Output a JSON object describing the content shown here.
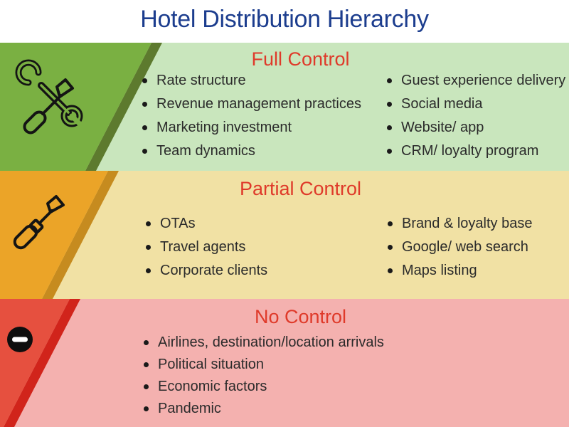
{
  "header": {
    "title": "Hotel Distribution Hierarchy"
  },
  "sections": [
    {
      "heading": "Full Control",
      "icon": "crossed-wrench-screwdriver",
      "left_items": [
        "Rate structure",
        "Revenue management practices",
        "Marketing investment",
        "Team dynamics"
      ],
      "right_items": [
        "Guest experience delivery",
        "Social media",
        "Website/ app",
        "CRM/ loyalty program"
      ],
      "ribbon_color": "#7ab042",
      "ribbon_edge_color": "#5d7a2e",
      "background_color": "#c9e6bd"
    },
    {
      "heading": "Partial Control",
      "icon": "screwdriver",
      "left_items": [
        "OTAs",
        "Travel agents",
        "Corporate clients"
      ],
      "right_items": [
        "Brand & loyalty base",
        "Google/ web search",
        "Maps listing"
      ],
      "ribbon_color": "#eba428",
      "ribbon_edge_color": "#c68b1f",
      "background_color": "#f1e1a4"
    },
    {
      "heading": "No Control",
      "icon": "minus-circle",
      "left_items": [
        "Airlines, destination/location arrivals",
        "Political situation",
        "Economic factors",
        "Pandemic"
      ],
      "right_items": [],
      "ribbon_color": "#e6503f",
      "ribbon_edge_color": "#d1241b",
      "background_color": "#f4b1af"
    }
  ],
  "text_colors": {
    "title": "#1c3d8e",
    "section_heading": "#df3a2a",
    "body": "#2b2b2b"
  }
}
